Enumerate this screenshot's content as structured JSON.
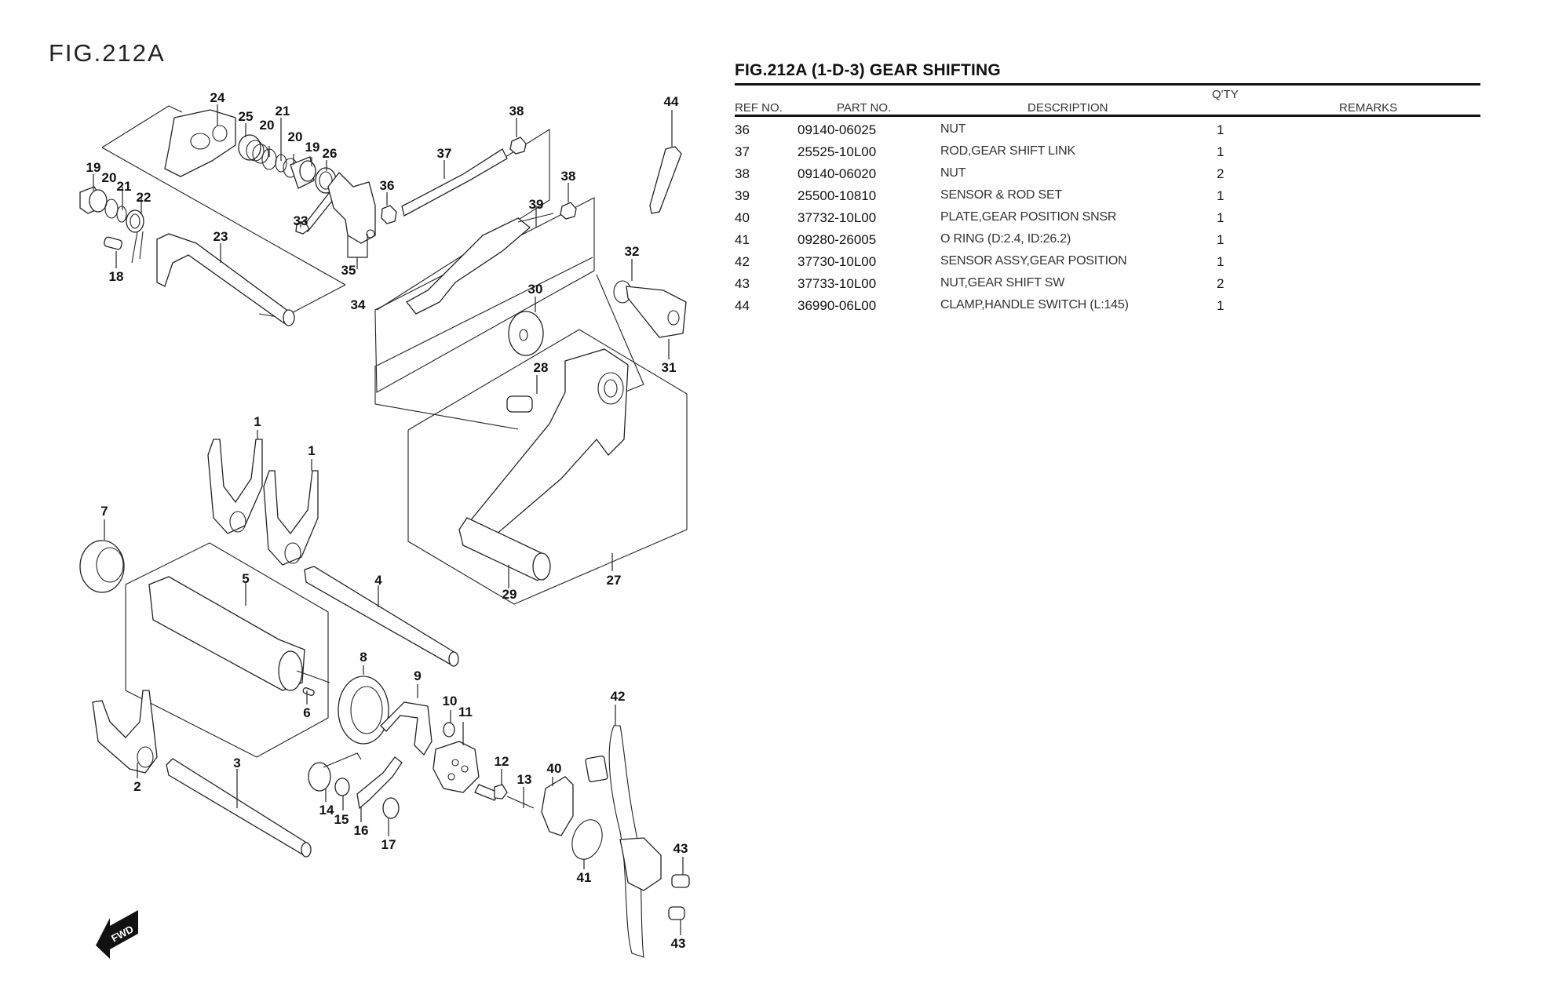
{
  "figure": {
    "label": "FIG.212A",
    "fwd_label": "FWD"
  },
  "parts_table": {
    "title": "FIG.212A (1-D-3) GEAR SHIFTING",
    "columns": {
      "ref_no": "REF NO.",
      "part_no": "PART NO.",
      "description": "DESCRIPTION",
      "qty": "Q'TY",
      "remarks": "REMARKS"
    },
    "rows": [
      {
        "ref": "36",
        "part_no": "09140-06025",
        "description": "NUT",
        "qty": "1",
        "remarks": ""
      },
      {
        "ref": "37",
        "part_no": "25525-10L00",
        "description": "ROD,GEAR SHIFT LINK",
        "qty": "1",
        "remarks": ""
      },
      {
        "ref": "38",
        "part_no": "09140-06020",
        "description": "NUT",
        "qty": "2",
        "remarks": ""
      },
      {
        "ref": "39",
        "part_no": "25500-10810",
        "description": "SENSOR & ROD SET",
        "qty": "1",
        "remarks": ""
      },
      {
        "ref": "40",
        "part_no": "37732-10L00",
        "description": "PLATE,GEAR POSITION SNSR",
        "qty": "1",
        "remarks": ""
      },
      {
        "ref": "41",
        "part_no": "09280-26005",
        "description": "O RING (D:2.4, ID:26.2)",
        "qty": "1",
        "remarks": ""
      },
      {
        "ref": "42",
        "part_no": "37730-10L00",
        "description": "SENSOR ASSY,GEAR POSITION",
        "qty": "1",
        "remarks": ""
      },
      {
        "ref": "43",
        "part_no": "37733-10L00",
        "description": "NUT,GEAR SHIFT SW",
        "qty": "2",
        "remarks": ""
      },
      {
        "ref": "44",
        "part_no": "36990-06L00",
        "description": "CLAMP,HANDLE SWITCH (L:145)",
        "qty": "1",
        "remarks": ""
      }
    ]
  },
  "callouts": [
    "1",
    "1",
    "2",
    "3",
    "4",
    "5",
    "6",
    "7",
    "8",
    "9",
    "10",
    "11",
    "12",
    "13",
    "14",
    "15",
    "16",
    "17",
    "18",
    "19",
    "19",
    "20",
    "20",
    "20",
    "21",
    "21",
    "22",
    "23",
    "24",
    "25",
    "26",
    "27",
    "28",
    "29",
    "30",
    "31",
    "32",
    "33",
    "34",
    "35",
    "36",
    "37",
    "38",
    "38",
    "39",
    "40",
    "41",
    "42",
    "43",
    "43",
    "44"
  ]
}
